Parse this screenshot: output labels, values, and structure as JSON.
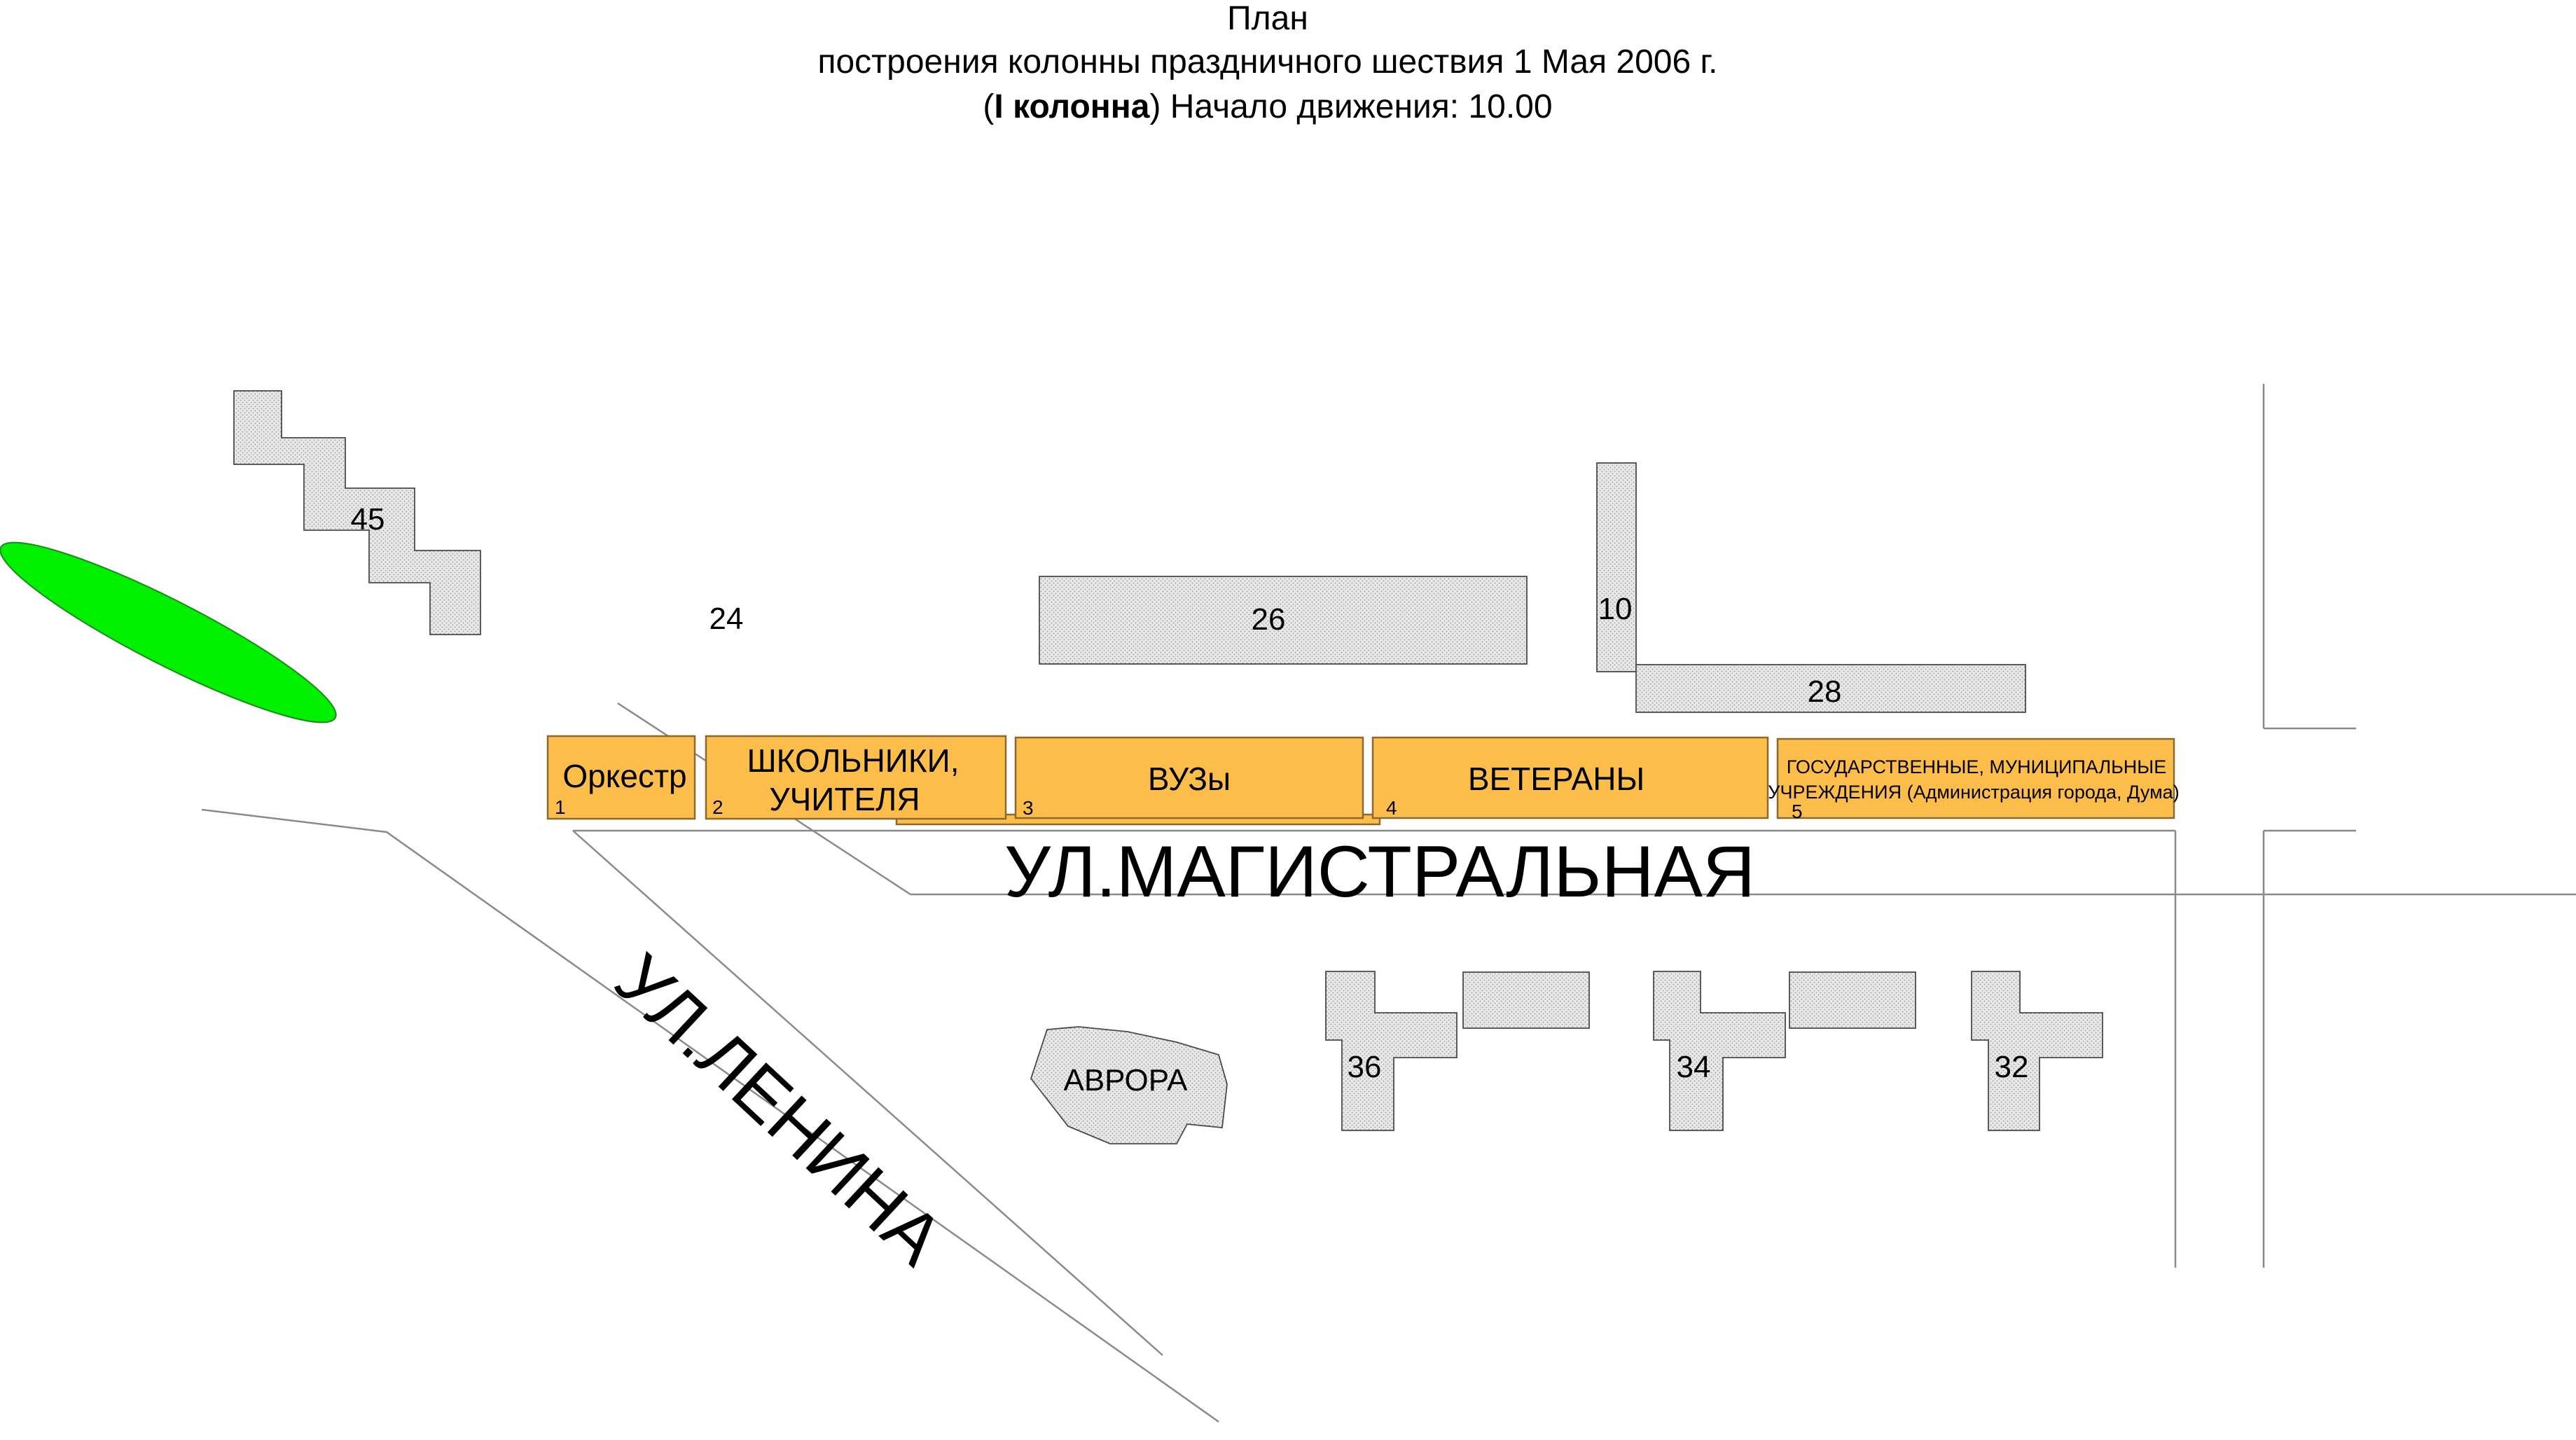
{
  "title": {
    "line1": "План",
    "line2": "построения колонны праздничного шествия 1 Мая 2006 г.",
    "line3_open": "(",
    "line3_bold": "I колонна",
    "line3_rest": ") Начало движения: 10.00"
  },
  "streets": {
    "main": "УЛ.МАГИСТРАЛЬНАЯ",
    "diagonal": "УЛ.ЛЕНИНА"
  },
  "buildings": {
    "b45": "45",
    "b24": "24",
    "b26": "26",
    "b10": "10",
    "b28": "28",
    "aurora": "АВРОРА",
    "b36": "36",
    "b34": "34",
    "b32": "32"
  },
  "column_blocks": [
    {
      "number": "1",
      "label": "Оркестр"
    },
    {
      "number": "2",
      "label_line1": "ШКОЛЬНИКИ,",
      "label_line2": "УЧИТЕЛЯ"
    },
    {
      "number": "3",
      "label": "ВУЗы"
    },
    {
      "number": "4",
      "label": "ВЕТЕРАНЫ"
    },
    {
      "number": "5",
      "label_line1": "ГОСУДАРСТВЕННЫЕ, МУНИЦИПАЛЬНЫЕ",
      "label_line2": "УЧРЕЖДЕНИЯ (Администрация города, Дума)"
    }
  ],
  "colors": {
    "column_block_fill": "#fdbd4a",
    "park_fill": "#00f000",
    "building_fill": "#e6e6e6",
    "street_line": "#8a8a8a"
  }
}
